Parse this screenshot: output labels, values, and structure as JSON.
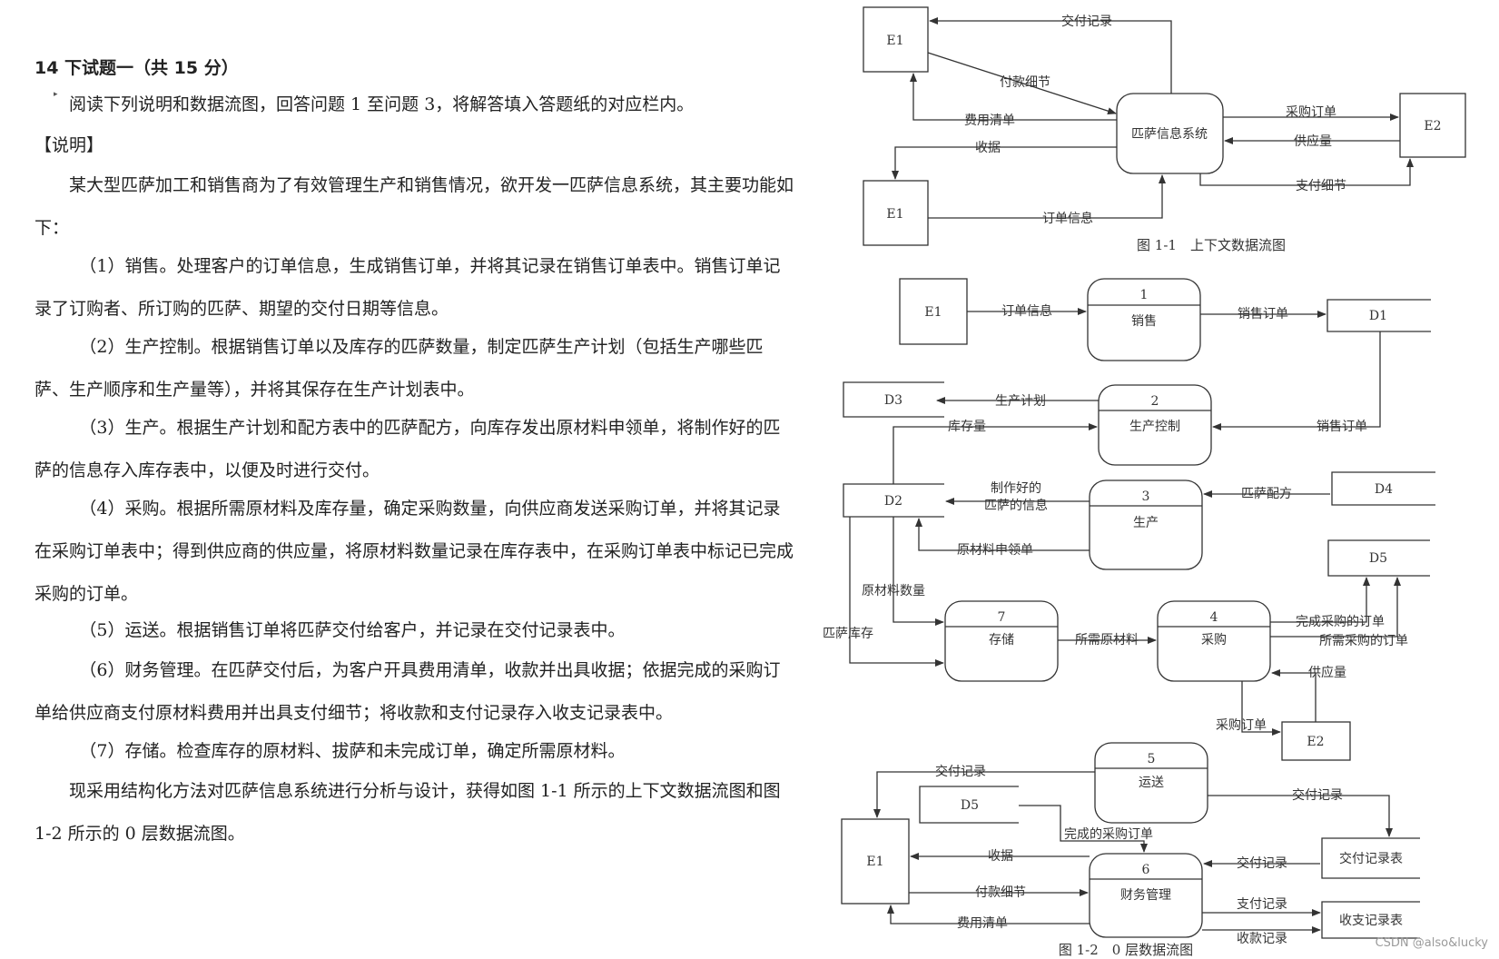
{
  "question": {
    "title": "14 下试题一（共 15 分）",
    "intro": "阅读下列说明和数据流图，回答问题 1 至问题 3，将解答填入答题纸的对应栏内。",
    "section": "【说明】",
    "description": "某大型匹萨加工和销售商为了有效管理生产和销售情况，欲开发一匹萨信息系统，其主要功能如下：",
    "items": [
      "（1）销售。处理客户的订单信息，生成销售订单，并将其记录在销售订单表中。销售订单记录了订购者、所订购的匹萨、期望的交付日期等信息。",
      "（2）生产控制。根据销售订单以及库存的匹萨数量，制定匹萨生产计划（包括生产哪些匹萨、生产顺序和生产量等），并将其保存在生产计划表中。",
      "（3）生产。根据生产计划和配方表中的匹萨配方，向库存发出原材料申领单，将制作好的匹萨的信息存入库存表中，以便及时进行交付。",
      "（4）采购。根据所需原材料及库存量，确定采购数量，向供应商发送采购订单，并将其记录在采购订单表中；得到供应商的供应量，将原材料数量记录在库存表中，在采购订单表中标记已完成采购的订单。",
      "（5）运送。根据销售订单将匹萨交付给客户，并记录在交付记录表中。",
      "（6）财务管理。在匹萨交付后，为客户开具费用清单，收款并出具收据；依据完成的采购订单给供应商支付原材料费用并出具支付细节；将收款和支付记录存入收支记录表中。",
      "（7）存储。检查库存的原材料、拔萨和未完成订单，确定所需原材料。"
    ],
    "closing": "现采用结构化方法对匹萨信息系统进行分析与设计，获得如图 1-1 所示的上下文数据流图和图 1-2 所示的 0 层数据流图。"
  },
  "figure1": {
    "caption": "图 1-1　上下文数据流图",
    "entity_e1_top": "E1",
    "entity_e1_bottom": "E1",
    "entity_e2": "E2",
    "system": "匹萨信息系统",
    "flows": {
      "delivery_record": "交付记录",
      "payment_detail": "付款细节",
      "expense_list": "费用清单",
      "receipt": "收据",
      "order_info": "订单信息",
      "purchase_order": "采购订单",
      "supply": "供应量",
      "pay_detail": "支付细节"
    }
  },
  "figure2": {
    "caption": "图 1-2　0 层数据流图",
    "processes": [
      {
        "num": "1",
        "name": "销售"
      },
      {
        "num": "2",
        "name": "生产控制"
      },
      {
        "num": "3",
        "name": "生产"
      },
      {
        "num": "7",
        "name": "存储"
      },
      {
        "num": "4",
        "name": "采购"
      },
      {
        "num": "5",
        "name": "运送"
      },
      {
        "num": "6",
        "name": "财务管理"
      }
    ],
    "entities": {
      "e1_a": "E1",
      "e1_b": "E1",
      "e2": "E2"
    },
    "stores": {
      "d1": "D1",
      "d3": "D3",
      "d2": "D2",
      "d4": "D4",
      "d5_a": "D5",
      "d5_b": "D5",
      "delivery_table": "交付记录表",
      "finance_table": "收支记录表"
    },
    "flows": {
      "order_info": "订单信息",
      "sales_order_a": "销售订单",
      "production_plan": "生产计划",
      "stock_qty": "库存量",
      "sales_order_b": "销售订单",
      "made_pizza_1": "制作好的",
      "made_pizza_2": "匹萨的信息",
      "pizza_recipe": "匹萨配方",
      "material_request": "原材料申领单",
      "material_qty": "原材料数量",
      "pizza_stock": "匹萨库存",
      "required_material": "所需原材料",
      "completed_po": "完成采购的订单",
      "needed_po": "所需采购的订单",
      "supply": "供应量",
      "purchase_order": "采购订单",
      "delivery_record_a": "交付记录",
      "delivery_record_b": "交付记录",
      "completed_po_2": "完成的采购订单",
      "receipt": "收据",
      "delivery_record_c": "交付记录",
      "payment_detail": "付款细节",
      "pay_record": "支付记录",
      "expense_list": "费用清单",
      "receive_record": "收款记录"
    }
  },
  "watermark": "CSDN @also&lucky",
  "colors": {
    "line": "#333333",
    "text": "#222222"
  }
}
